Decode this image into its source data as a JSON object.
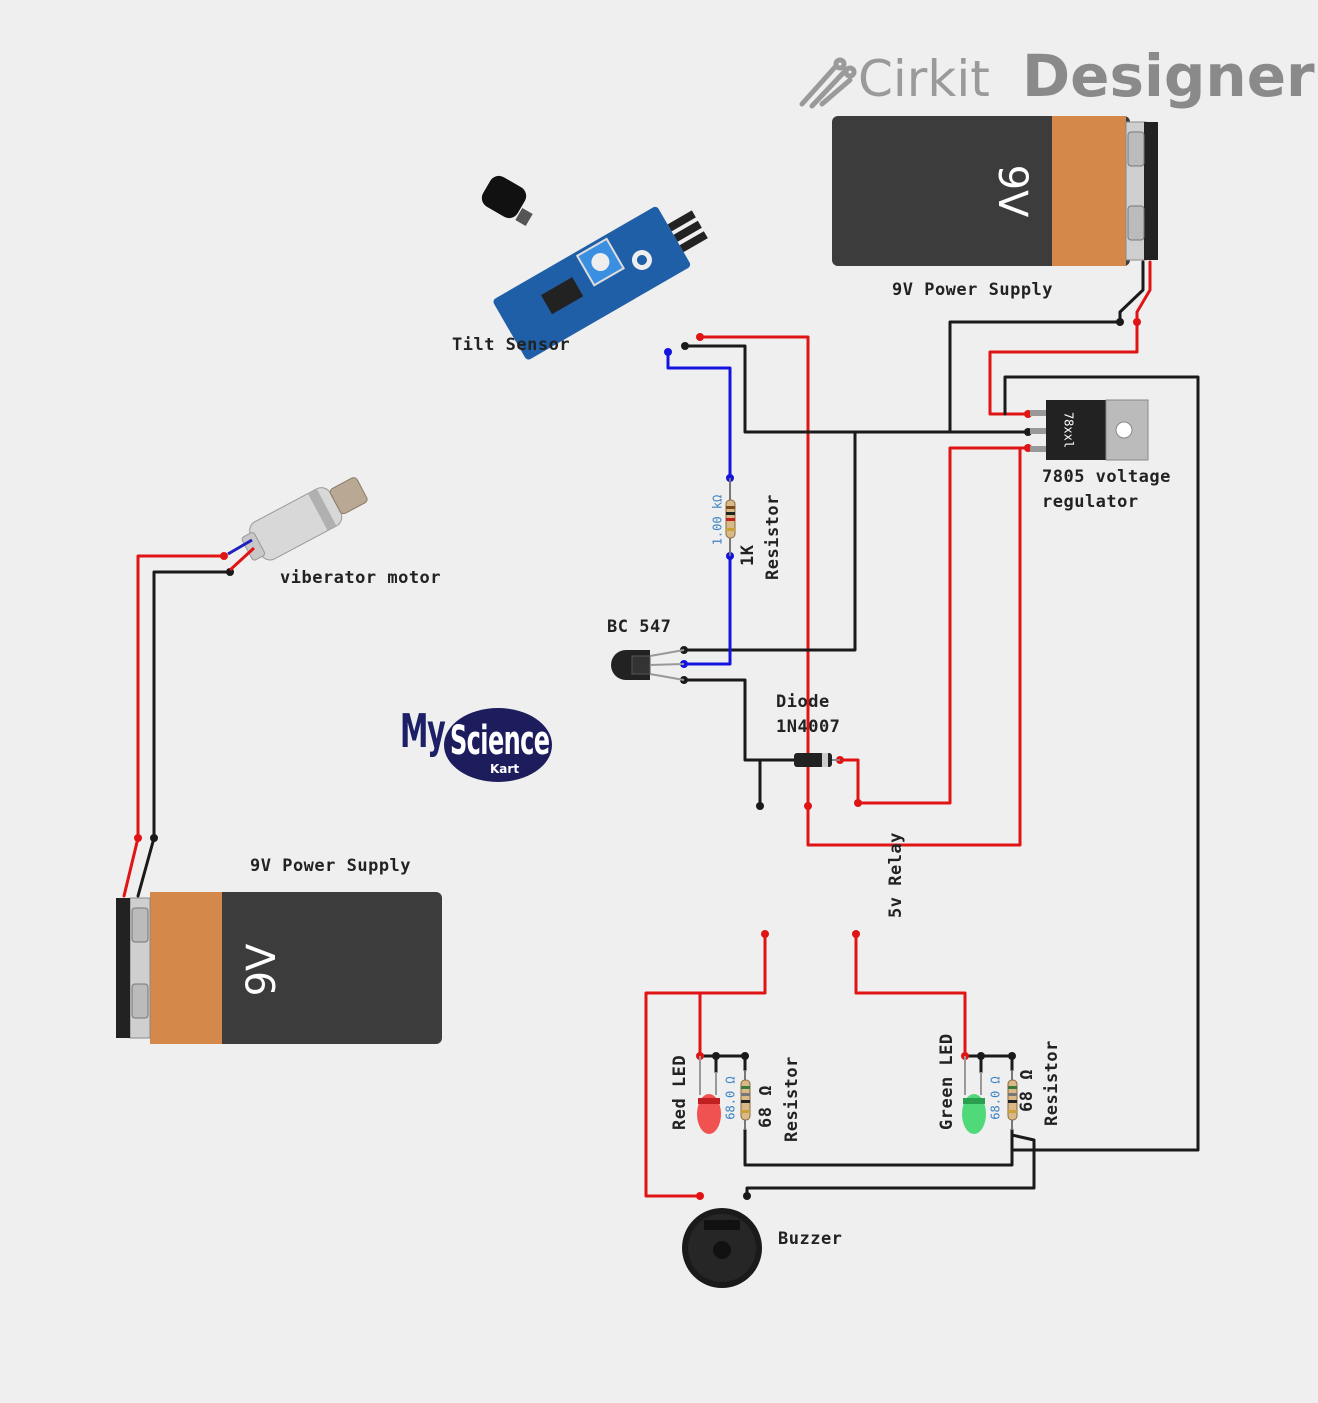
{
  "brand": {
    "prefix": "Cirkit",
    "suffix": "Designer"
  },
  "watermark": {
    "line1": "My",
    "line2": "Science",
    "line3": "Kart"
  },
  "labels": {
    "tilt_sensor": "Tilt Sensor",
    "power_top": "9V Power Supply",
    "power_bottom": "9V Power Supply",
    "regulator": "7805 voltage regulator",
    "motor": "viberator motor",
    "resistor_1k_a": "1K",
    "resistor_1k_b": "Resistor",
    "transistor": "BC 547",
    "diode_a": "Diode",
    "diode_b": "1N4007",
    "relay": "5v Relay",
    "red_led": "Red LED",
    "green_led": "Green LED",
    "res68_red_a": "68 Ω",
    "res68_red_b": "Resistor",
    "res68_green_a": "68 Ω",
    "res68_green_b": "Resistor",
    "buzzer": "Buzzer"
  },
  "values": {
    "battery_text": "9V",
    "r1k_value": "1.00 kΩ",
    "r68_value": "68.0 Ω",
    "regulator_chip": "78xxl"
  },
  "colors": {
    "wire_red": "#e01414",
    "wire_black": "#1a1a1a",
    "wire_blue": "#1414e0",
    "battery_body": "#3c3c3c",
    "battery_cap": "#d4894a",
    "pcb_blue": "#1f5fa8"
  }
}
